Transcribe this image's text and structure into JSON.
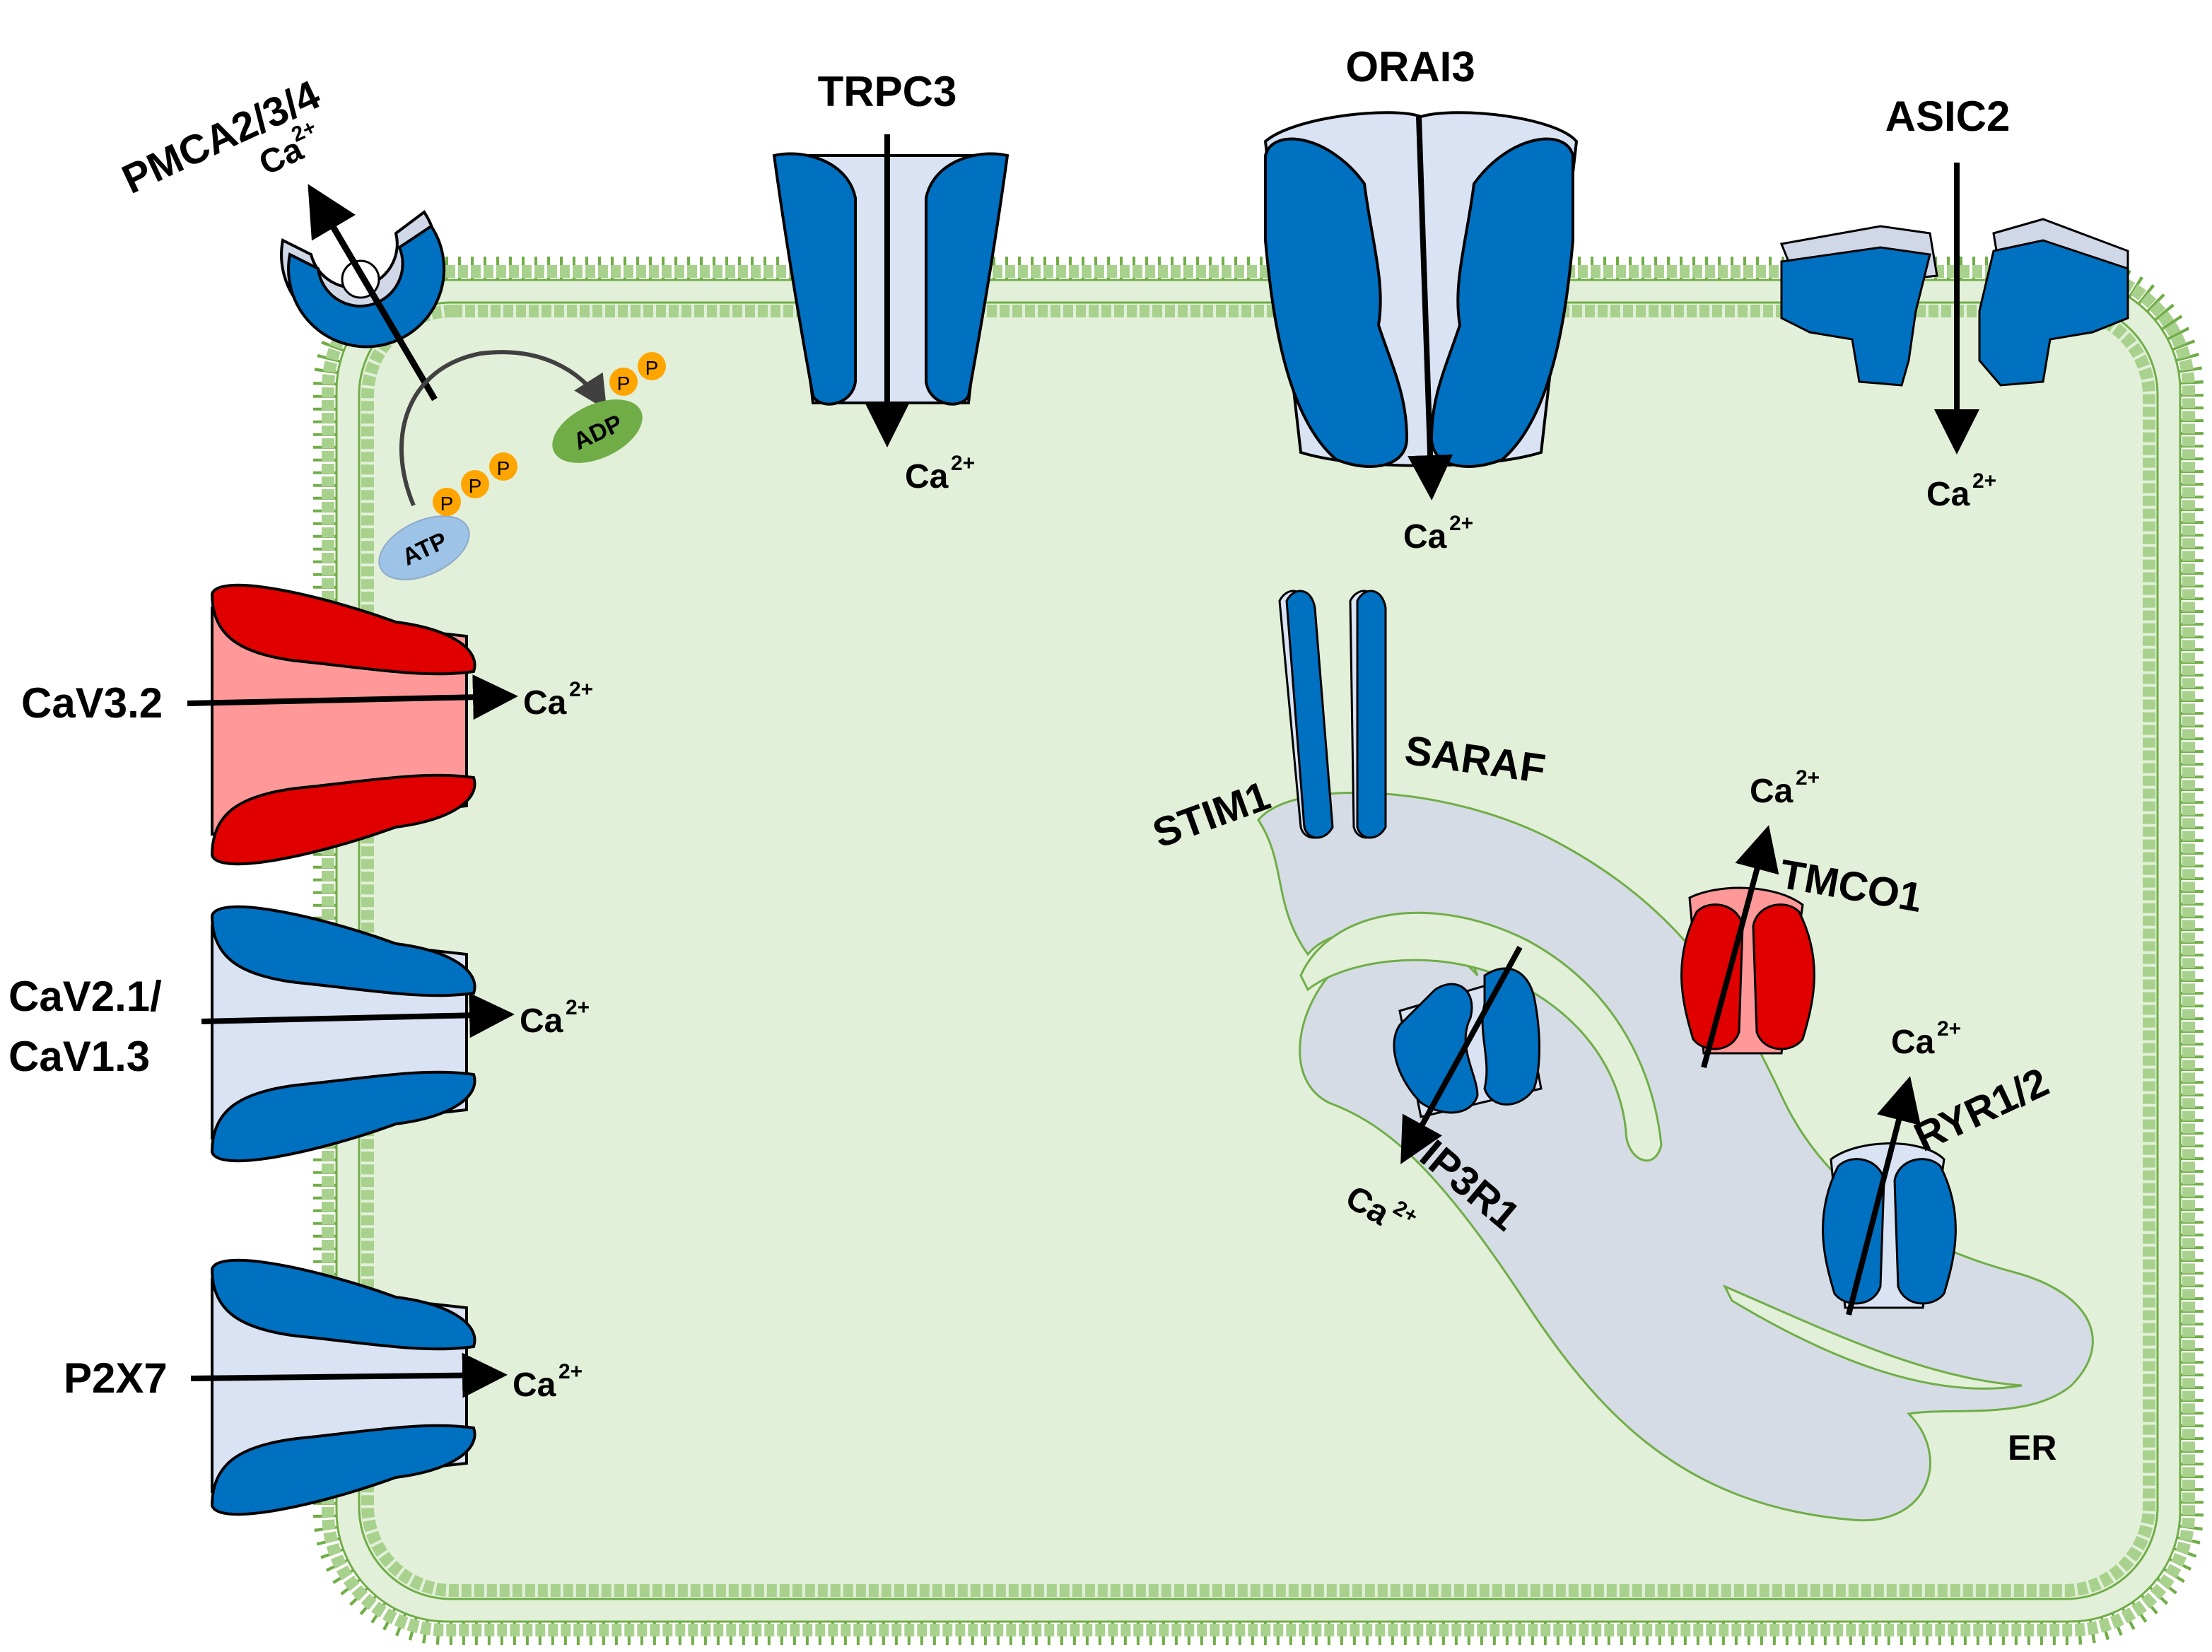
{
  "colors": {
    "cytoplasm": "#e2f0d9",
    "membrane": "#70ad47",
    "channel_blue": "#0070c0",
    "channel_light": "#dae3f3",
    "channel_red": "#e00000",
    "channel_pink": "#ff9999",
    "er_fill": "#d6dce5",
    "atp_fill": "#9dc3e6",
    "adp_fill": "#70ad47",
    "phosphate": "#ffa500"
  },
  "labels": {
    "pmca": "PMCA2/3/4",
    "trpc3": "TRPC3",
    "orai3": "ORAI3",
    "asic2": "ASIC2",
    "cav32": "CaV3.2",
    "cav21_line1": "CaV2.1/",
    "cav21_line2": "CaV1.3",
    "p2x7": "P2X7",
    "stim1": "STIM1",
    "saraf": "SARAF",
    "tmco1": "TMCO1",
    "ip3r1": "IP3R1",
    "ryr": "RYR1/2",
    "er": "ER",
    "atp": "ATP",
    "adp": "ADP",
    "phosphate": "P",
    "ca_base": "Ca",
    "ca_sup": "2+"
  }
}
